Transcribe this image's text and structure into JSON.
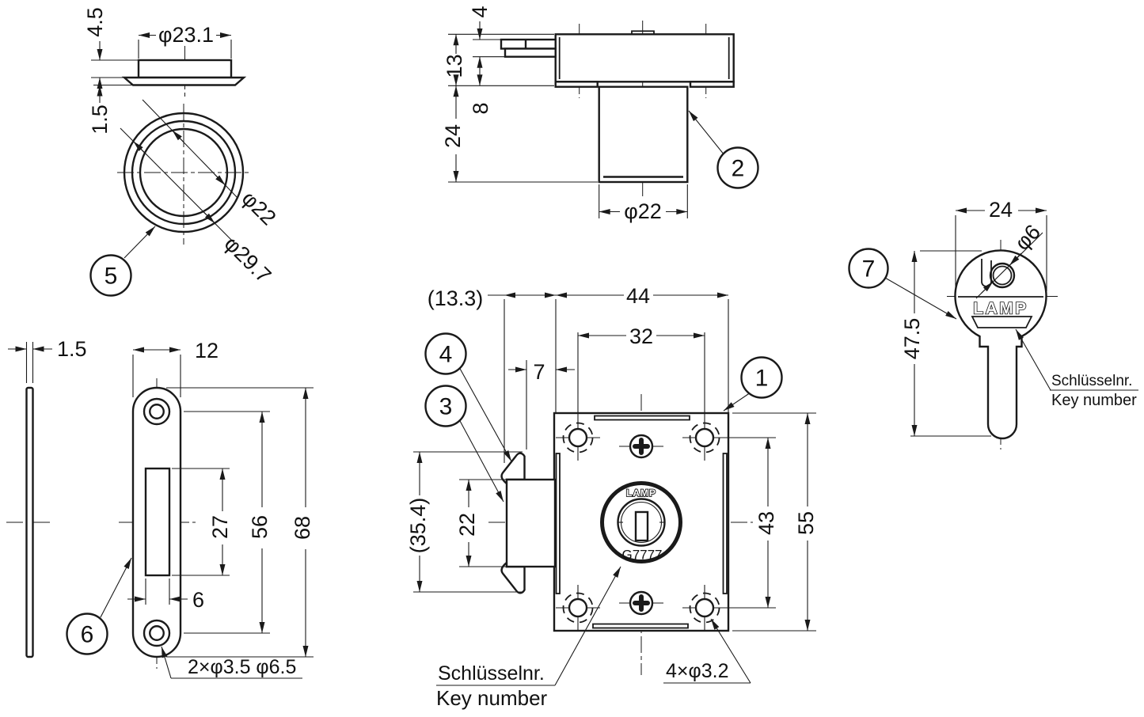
{
  "drawing": {
    "background": "#ffffff",
    "ink": "#1a1a1a",
    "views": {
      "cap_side": {
        "dim_diameter": "φ23.1",
        "dim_height": "4.5",
        "dim_flange_thickness": "1.5"
      },
      "cap_front": {
        "dim_inner_diameter": "φ22",
        "dim_outer_diameter": "φ29.7",
        "balloon": "5"
      },
      "cylinder_side": {
        "dim_latch_thickness": "4",
        "dim_case_height": "13",
        "dim_shoulder": "8",
        "dim_cylinder_length": "24",
        "dim_cylinder_diameter": "φ22",
        "balloon": "2"
      },
      "key": {
        "dim_head_width": "24",
        "dim_hole_diameter": "φ6",
        "dim_length": "47.5",
        "balloon": "7",
        "brand": "LAMP",
        "label_de": "Schlüsselnr.",
        "label_en": "Key number"
      },
      "strike_side": {
        "dim_thickness": "1.5"
      },
      "strike_front": {
        "dim_width": "12",
        "dim_slot_height": "27",
        "dim_hole_pitch": "56",
        "dim_height": "68",
        "dim_slot_width": "6",
        "hole_note": "2×φ3.5 φ6.5",
        "balloon": "6"
      },
      "lock_front": {
        "dim_latch_protrusion": "(13.3)",
        "dim_width": "44",
        "dim_hole_pitch_h": "32",
        "dim_offset": "7",
        "dim_latch_overall": "(35.4)",
        "dim_latch_height": "22",
        "dim_hole_pitch_v": "43",
        "dim_height": "55",
        "hole_note": "4×φ3.2",
        "balloon_case": "1",
        "balloon_latch": "3",
        "balloon_hook": "4",
        "brand": "LAMP",
        "key_number": "G7777",
        "label_de": "Schlüsselnr.",
        "label_en": "Key number"
      }
    }
  }
}
